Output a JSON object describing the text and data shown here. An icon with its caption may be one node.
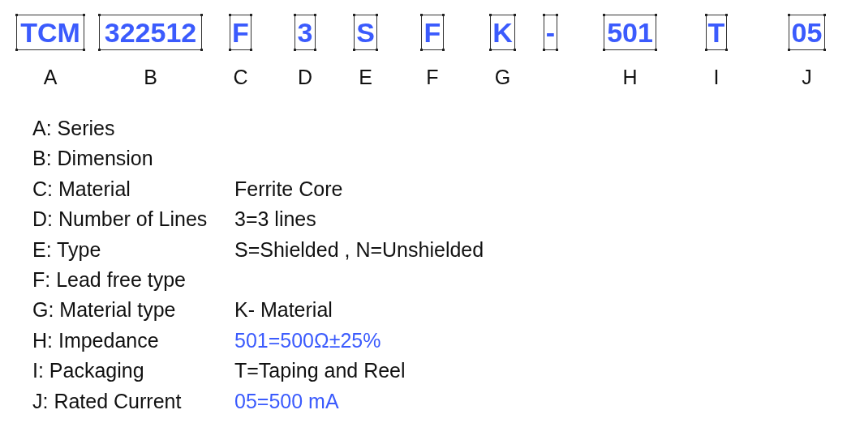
{
  "diagram": {
    "nodes": [
      {
        "text": [
          "TCM"
        ],
        "beside": [
          "A"
        ]
      },
      {
        "text": [
          "322512"
        ],
        "beside": [
          "B"
        ]
      },
      {
        "text": [
          "F"
        ],
        "beside": [
          "C"
        ]
      },
      {
        "text": [
          "3"
        ],
        "beside": [
          "D"
        ]
      },
      {
        "text": [
          "S"
        ],
        "beside": [
          "E"
        ]
      },
      {
        "text": [
          "F"
        ],
        "beside": [
          "F"
        ]
      },
      {
        "text": [
          "K"
        ],
        "beside": [
          "G"
        ]
      },
      {
        "text": [
          "-"
        ]
      },
      {
        "text": [
          "501"
        ],
        "beside": [
          "H"
        ]
      },
      {
        "text": [
          "T"
        ],
        "beside": [
          "I"
        ]
      },
      {
        "text": [
          "05"
        ],
        "beside": [
          "J"
        ]
      }
    ],
    "labels": [
      "A: Series",
      "B: Dimension",
      "C: Material",
      "Ferrite Core",
      "D: Number of Lines",
      "3=3 lines",
      "E: Type",
      "S=Shielded , N=Unshielded",
      "F: Lead free type",
      "G: Material type",
      "K- Material",
      "H: Impedance",
      "501=500Ω±25%",
      "I: Packaging",
      "T=Taping and Reel",
      "J: Rated Current",
      "05=500 mA"
    ]
  }
}
